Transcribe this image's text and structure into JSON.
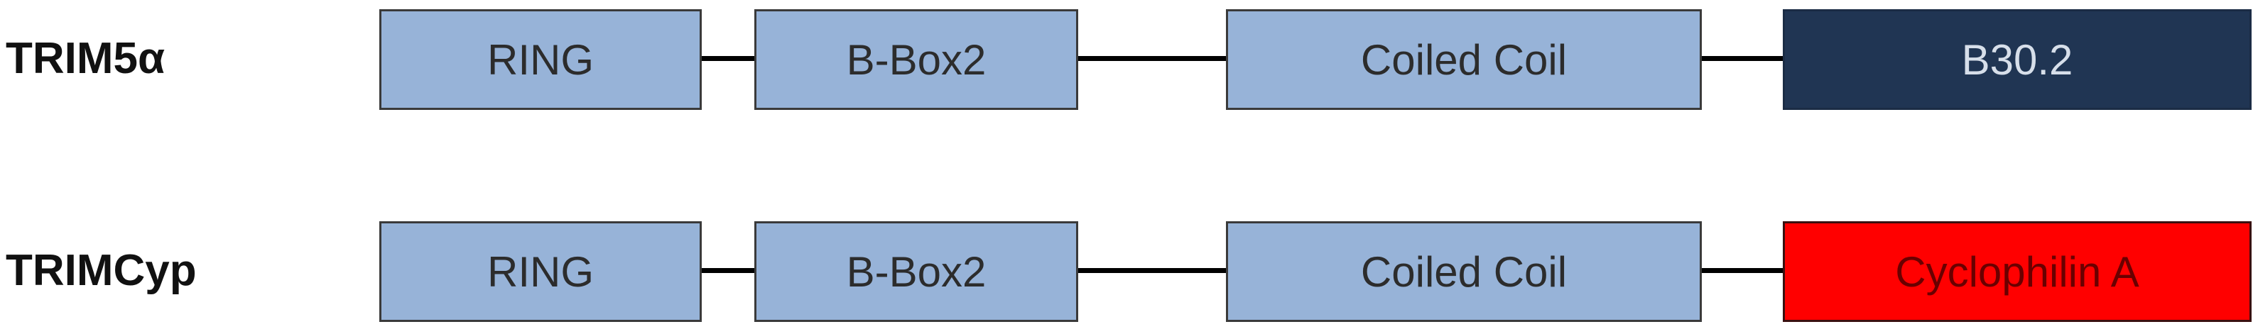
{
  "colors": {
    "domain_light_blue": "#97b3d8",
    "b30_2_navy": "#203553",
    "cyclophilin_red": "#ff0000",
    "linker_black": "#000000"
  },
  "proteins": [
    {
      "name": "TRIM5α",
      "domains": [
        "RING",
        "B-Box2",
        "Coiled Coil",
        "B30.2"
      ]
    },
    {
      "name": "TRIMCyp",
      "domains": [
        "RING",
        "B-Box2",
        "Coiled Coil",
        "Cyclophilin A"
      ]
    }
  ]
}
